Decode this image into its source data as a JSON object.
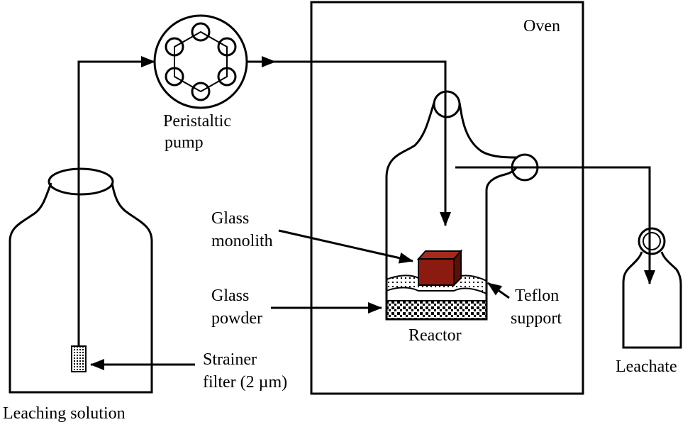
{
  "labels": {
    "oven": "Oven",
    "pump_line1": "Peristaltic",
    "pump_line2": "pump",
    "monolith_line1": "Glass",
    "monolith_line2": "monolith",
    "powder_line1": "Glass",
    "powder_line2": "powder",
    "teflon_line1": "Teflon",
    "teflon_line2": "support",
    "reactor": "Reactor",
    "strainer_line1": "Strainer",
    "strainer_line2": "filter (2 µm)",
    "leaching_solution": "Leaching solution",
    "leachate": "Leachate"
  },
  "colors": {
    "line": "#000000",
    "monolith_fill": "#8b1a10",
    "monolith_top": "#a52a1c",
    "background": "#ffffff"
  }
}
